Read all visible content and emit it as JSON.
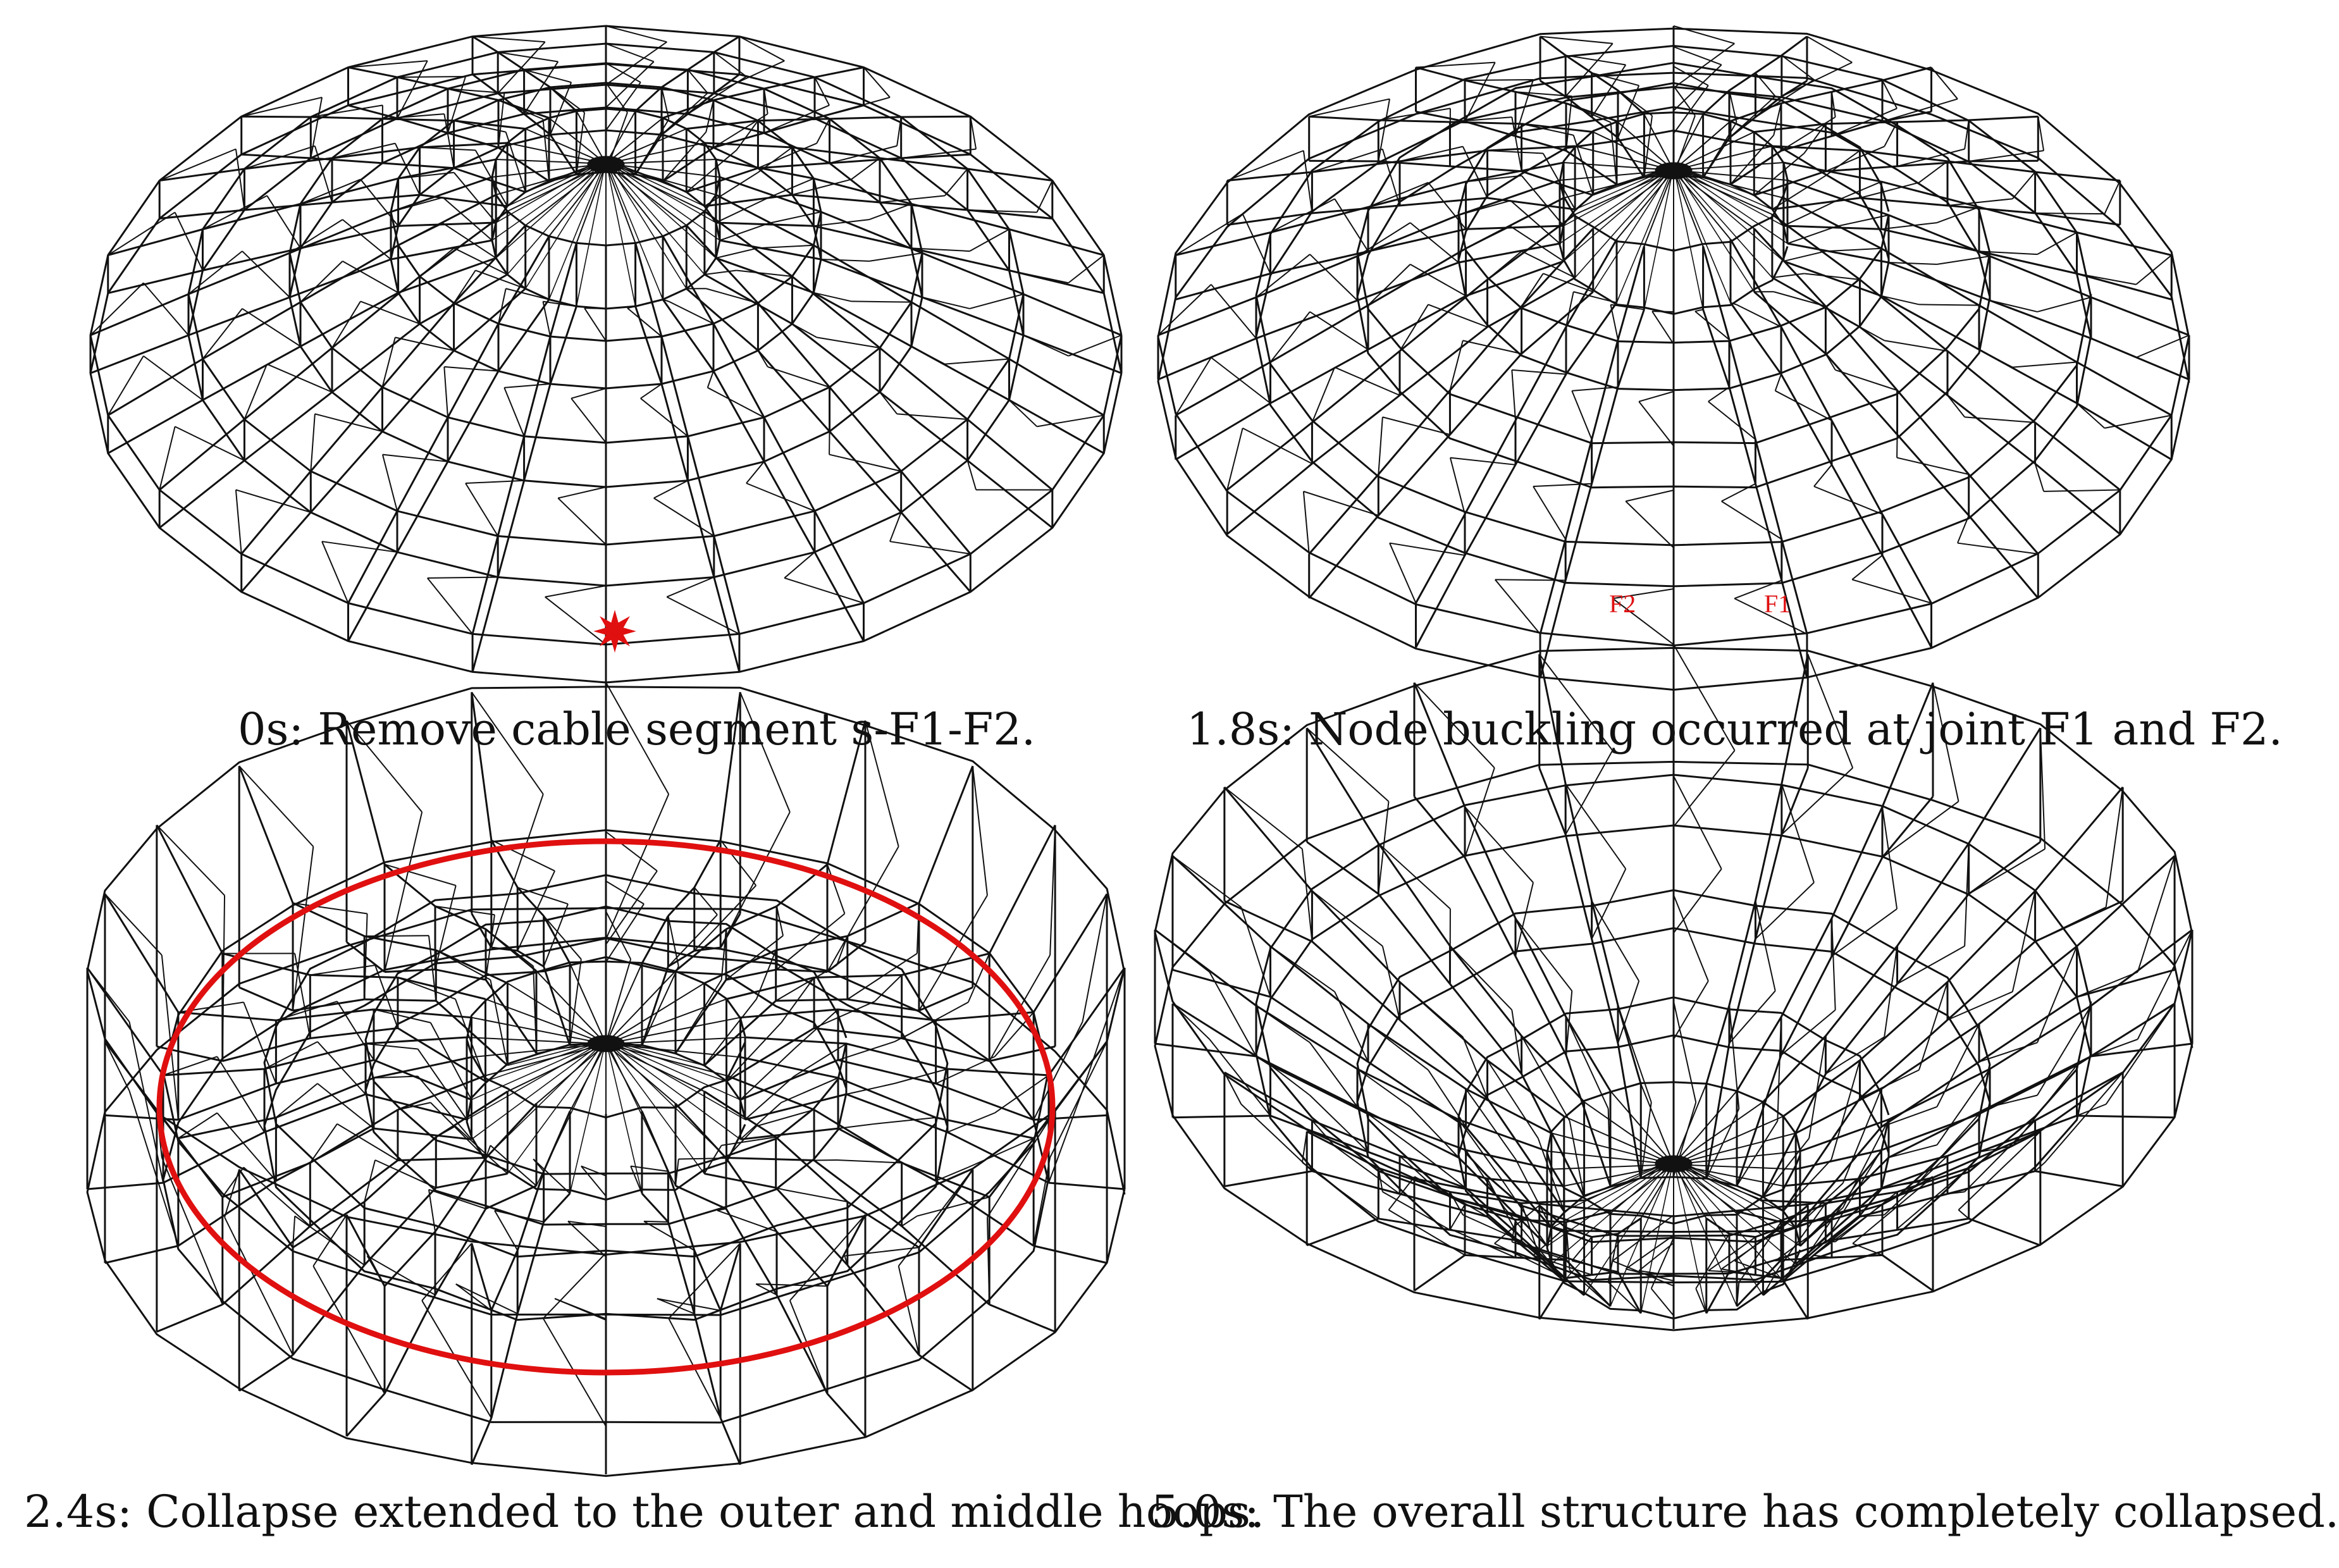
{
  "figure": {
    "panels": [
      {
        "id": "panel-0s",
        "caption": "0s: Remove cable segment s-F1-F2.",
        "state": "intact",
        "markers": {
          "removal_marker": true
        }
      },
      {
        "id": "panel-1-8s",
        "caption": "1.8s: Node buckling occurred at joint F1 and F2.",
        "state": "node-buckling",
        "markers": {
          "joint_labels": [
            "F2",
            "F1"
          ]
        }
      },
      {
        "id": "panel-2-4s",
        "caption": "2.4s: Collapse extended to the outer and middle hoops.",
        "state": "hoop-collapse",
        "markers": {
          "highlight_hoop": true
        }
      },
      {
        "id": "panel-5-0s",
        "caption": "5.0s: The overall structure has completely collapsed.",
        "state": "fully-collapsed",
        "markers": {}
      }
    ],
    "colors": {
      "structure": "#111111",
      "highlight": "#e01010",
      "background": "#ffffff"
    }
  }
}
